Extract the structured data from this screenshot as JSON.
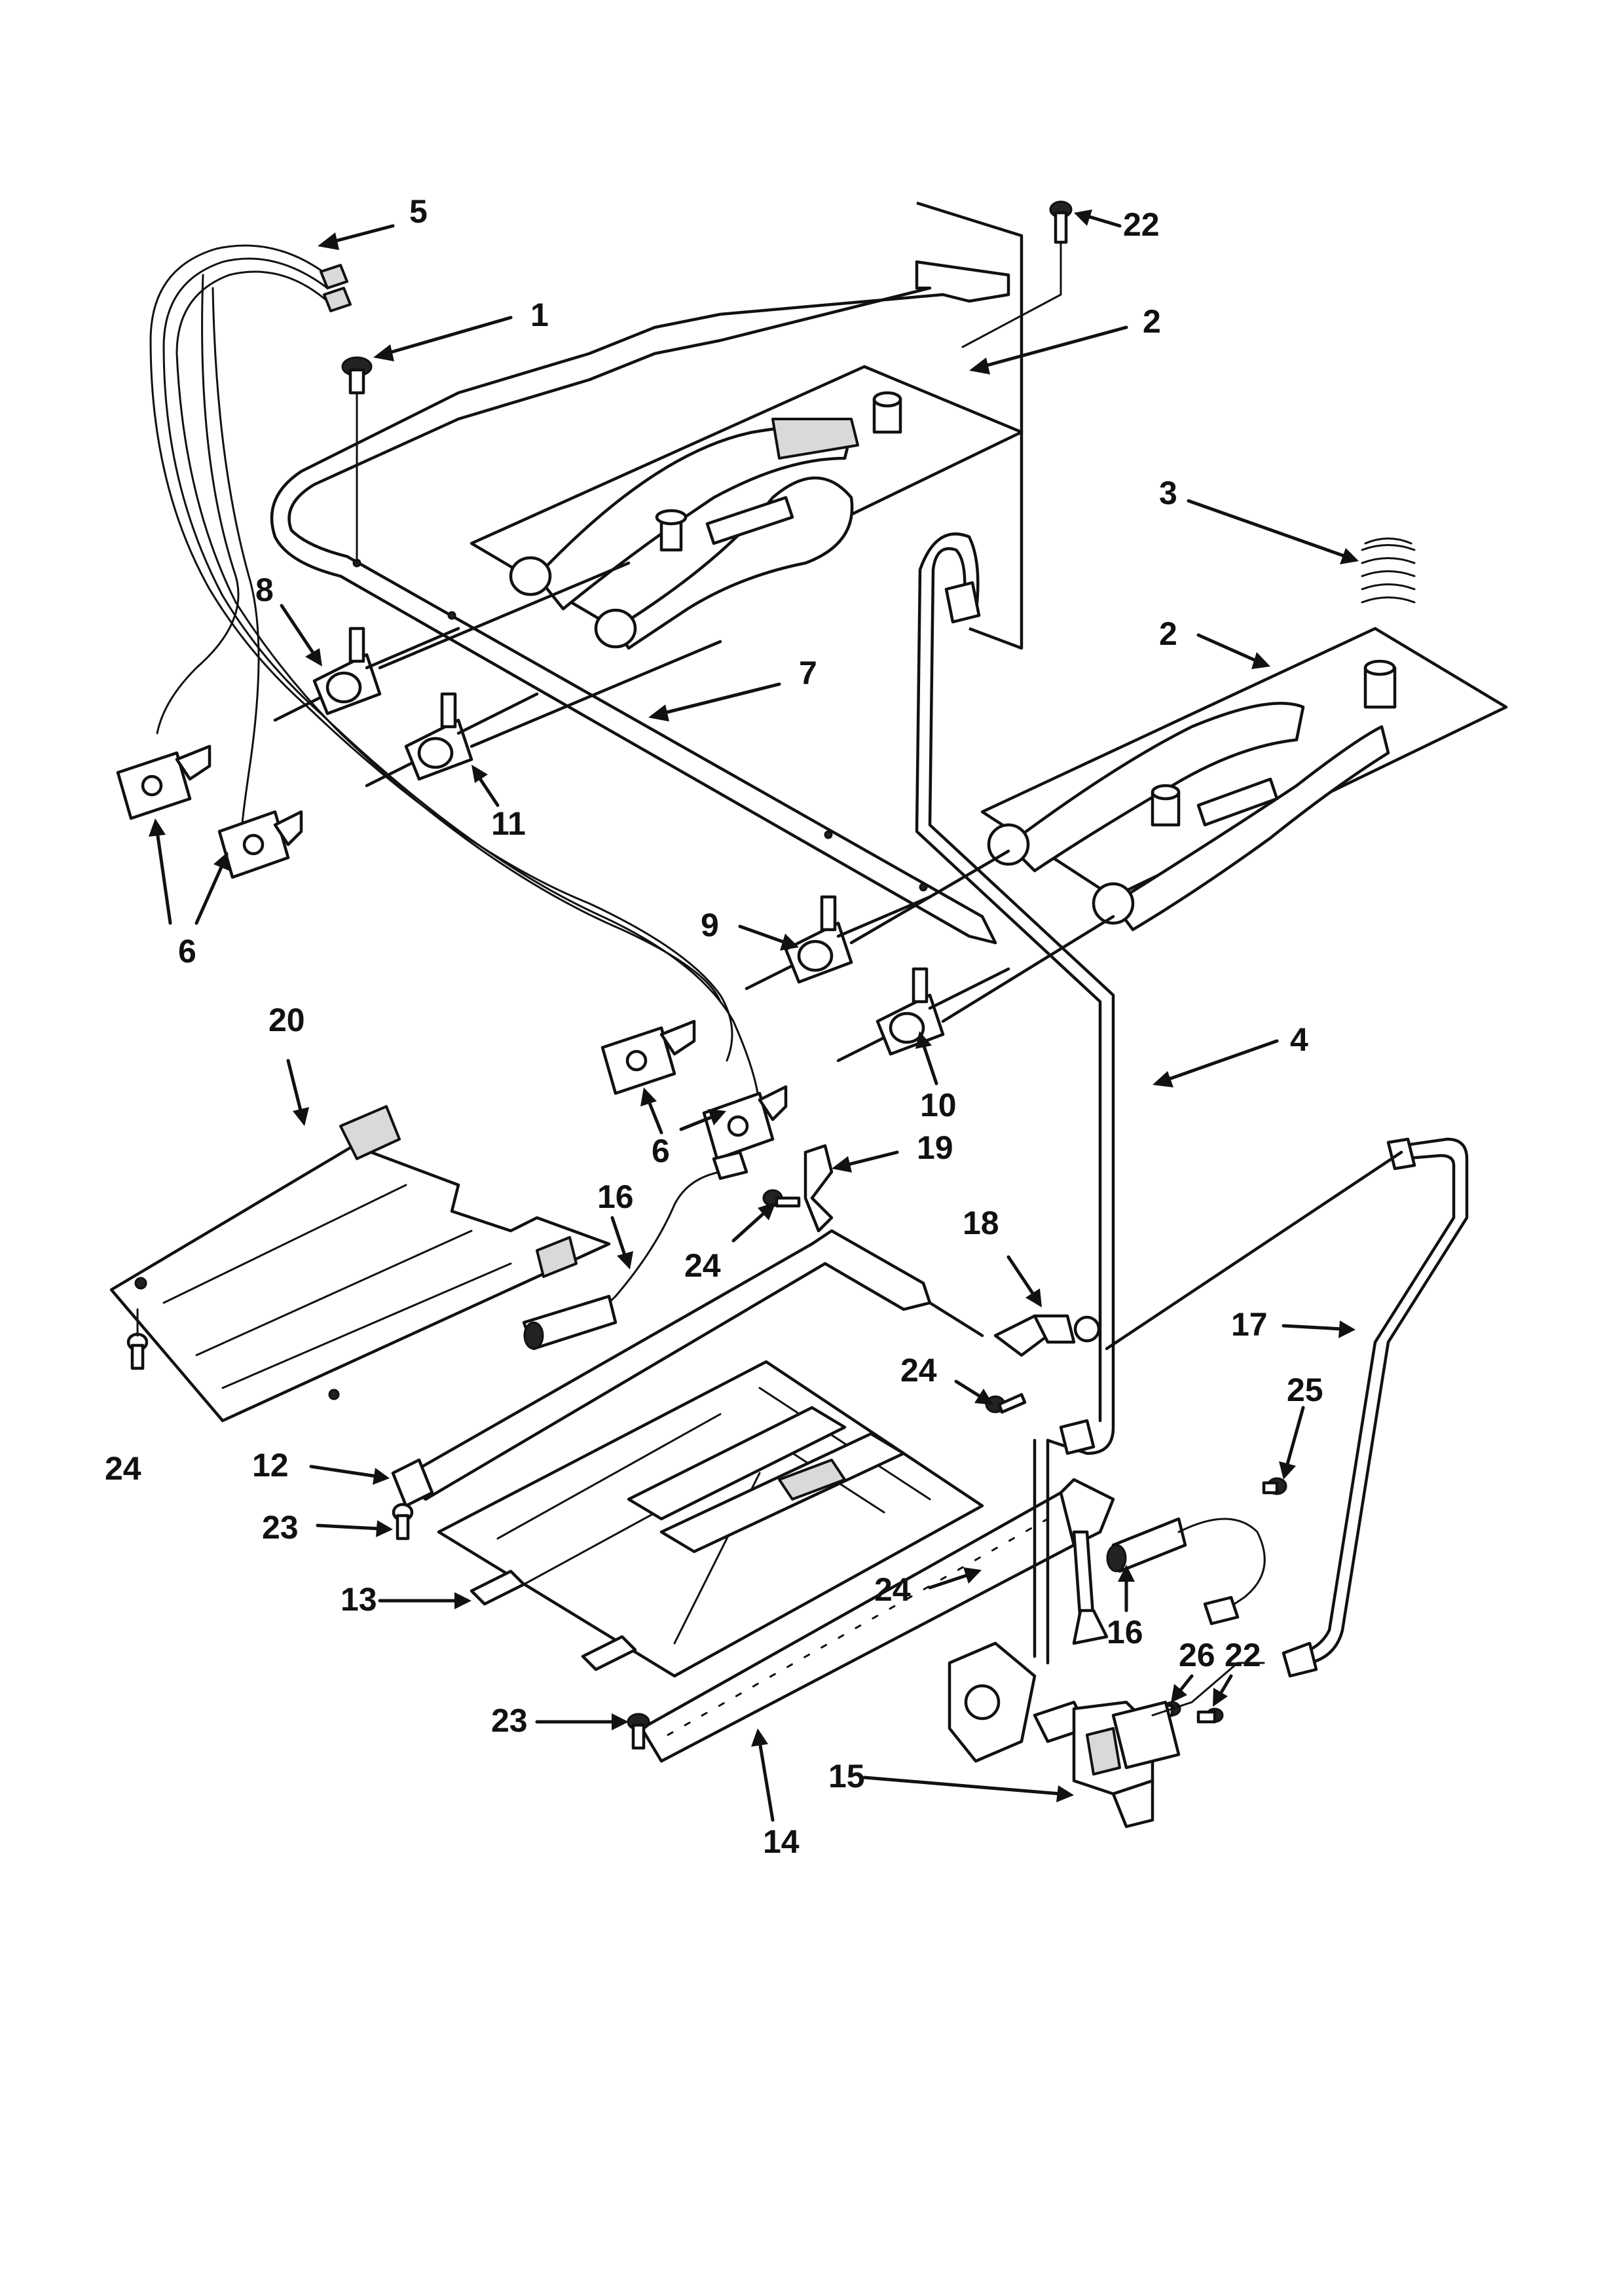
{
  "figure": {
    "type": "exploded parts diagram",
    "callouts": [
      {
        "id": "c5",
        "number": "5"
      },
      {
        "id": "c22a",
        "number": "22"
      },
      {
        "id": "c1",
        "number": "1"
      },
      {
        "id": "c2a",
        "number": "2"
      },
      {
        "id": "c3",
        "number": "3"
      },
      {
        "id": "c2b",
        "number": "2"
      },
      {
        "id": "c8",
        "number": "8"
      },
      {
        "id": "c7",
        "number": "7"
      },
      {
        "id": "c11",
        "number": "11"
      },
      {
        "id": "c6a",
        "number": "6"
      },
      {
        "id": "c9",
        "number": "9"
      },
      {
        "id": "c4",
        "number": "4"
      },
      {
        "id": "c10",
        "number": "10"
      },
      {
        "id": "c20",
        "number": "20"
      },
      {
        "id": "c6b",
        "number": "6"
      },
      {
        "id": "c19",
        "number": "19"
      },
      {
        "id": "c16a",
        "number": "16"
      },
      {
        "id": "c18",
        "number": "18"
      },
      {
        "id": "c24a",
        "number": "24"
      },
      {
        "id": "c17",
        "number": "17"
      },
      {
        "id": "c24b",
        "number": "24"
      },
      {
        "id": "c25",
        "number": "25"
      },
      {
        "id": "c24c",
        "number": "24"
      },
      {
        "id": "c12",
        "number": "12"
      },
      {
        "id": "c23a",
        "number": "23"
      },
      {
        "id": "c24d",
        "number": "24"
      },
      {
        "id": "c16b",
        "number": "16"
      },
      {
        "id": "c13",
        "number": "13"
      },
      {
        "id": "c26",
        "number": "26"
      },
      {
        "id": "c22b",
        "number": "22"
      },
      {
        "id": "c23b",
        "number": "23"
      },
      {
        "id": "c15",
        "number": "15"
      },
      {
        "id": "c14",
        "number": "14"
      }
    ]
  }
}
